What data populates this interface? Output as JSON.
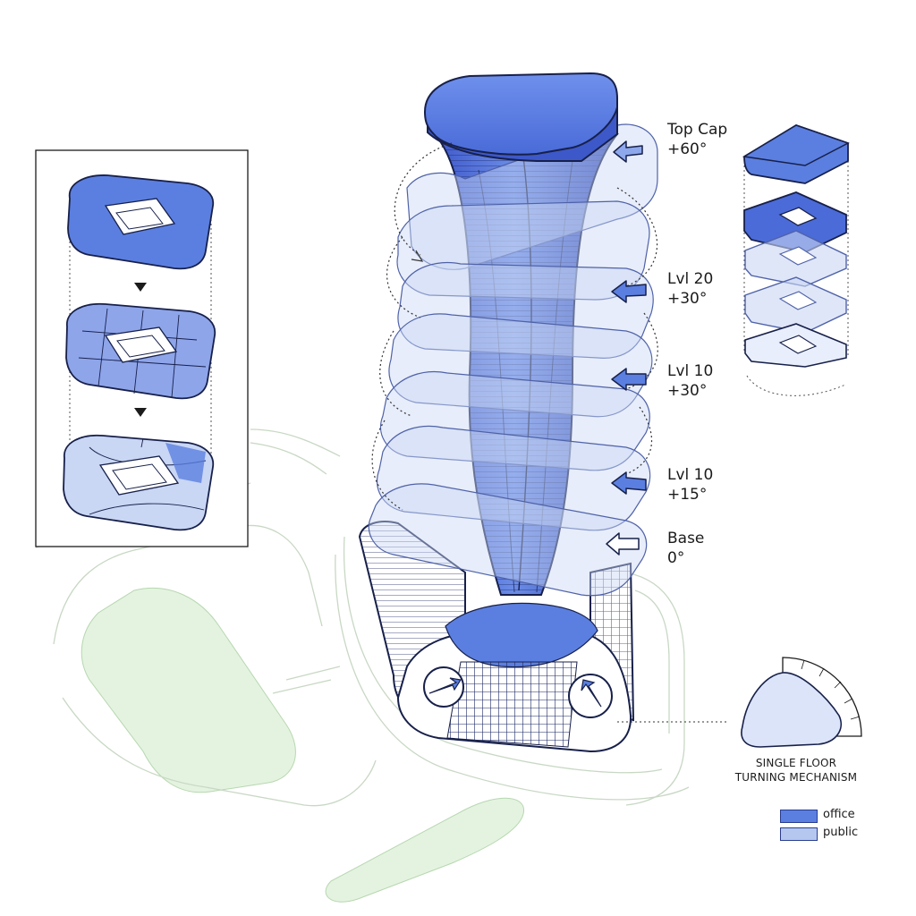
{
  "levels": [
    {
      "name": "Top Cap",
      "angle": "+60°"
    },
    {
      "name": "Lvl 20",
      "angle": "+30°"
    },
    {
      "name": "Lvl 10",
      "angle": "+30°"
    },
    {
      "name": "Lvl 10",
      "angle": "+15°"
    },
    {
      "name": "Base",
      "angle": "0°"
    }
  ],
  "mechanism": {
    "line1": "SINGLE FLOOR",
    "line2": "TURNING MECHANISM"
  },
  "legend": [
    {
      "label": "office",
      "color": "#5b7fe0"
    },
    {
      "label": "public",
      "color": "#b5c7ef"
    }
  ],
  "colors": {
    "office": "#5b7fe0",
    "public": "#b5c7ef",
    "glass": "#c9d6f4",
    "outline": "#17204a",
    "landscape": "#e4f3e0",
    "site_line": "#c8d8c4"
  }
}
